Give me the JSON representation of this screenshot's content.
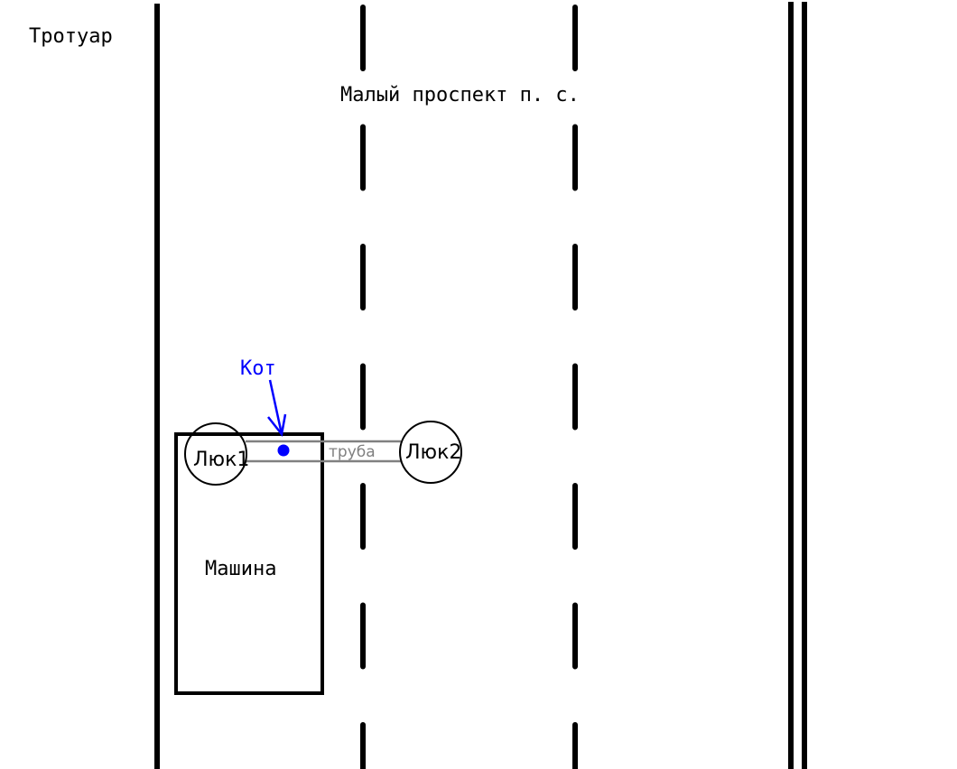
{
  "labels": {
    "sidewalk": "Тротуар",
    "street": "Малый проспект п. с.",
    "hatch1": "Люк1",
    "hatch2": "Люк2",
    "car": "Машина",
    "pipe": "труба",
    "cat": "Кот"
  },
  "colors": {
    "line": "#000000",
    "cat": "#0000ff",
    "pipe": "#808080"
  }
}
